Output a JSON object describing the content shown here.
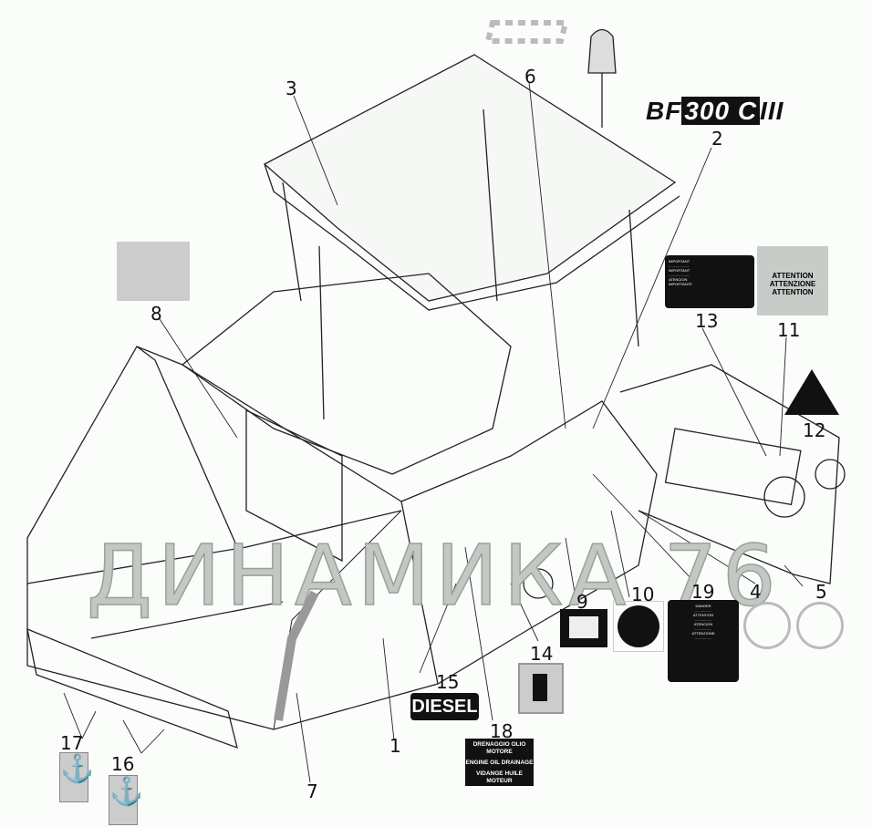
{
  "brand": {
    "model": "BF",
    "number": "300 C",
    "suffix": "III"
  },
  "watermark": "ДИНАМИКА 76",
  "callouts": [
    "1",
    "2",
    "3",
    "4",
    "5",
    "6",
    "7",
    "8",
    "9",
    "10",
    "11",
    "12",
    "13",
    "14",
    "15",
    "16",
    "17",
    "18",
    "19"
  ],
  "decals": {
    "attention": {
      "lines": [
        "ATTENTION",
        "ATTENZIONE",
        "ATTENTION"
      ]
    },
    "diesel": {
      "label": "DIESEL"
    },
    "oil_drain": {
      "lines": [
        "DRENAGGIO OLIO MOTORE",
        "ENGINE OIL DRAINAGE",
        "VIDANGE HUILE MOTEUR"
      ]
    },
    "battery_warning": {
      "headings": [
        "DANGER",
        "ATTENTION",
        "ATENCION",
        "ATTENZIONE"
      ]
    },
    "important": {
      "headings": [
        "IMPORTANT",
        "IMPORTANT",
        "ATENCION",
        "IMPORTANTE"
      ]
    }
  },
  "colors": {
    "line": "#222222",
    "decal_dark": "#111111",
    "decal_grey": "#c8ccc8",
    "watermark": "#9aa09a"
  }
}
